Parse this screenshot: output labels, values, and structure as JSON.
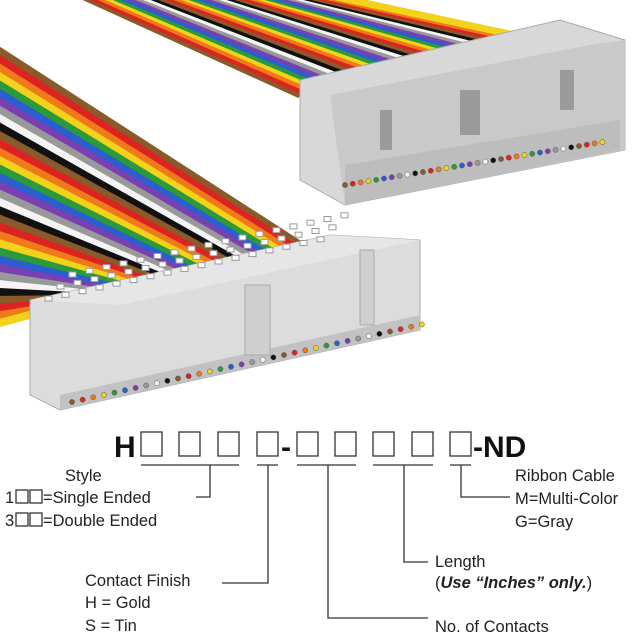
{
  "part_number": {
    "prefix": "H",
    "dash": "-",
    "suffix": "-ND"
  },
  "style": {
    "title": "Style",
    "opt1_prefix": "1",
    "opt1": "=Single Ended",
    "opt3_prefix": "3",
    "opt3": "=Double Ended"
  },
  "contact_finish": {
    "title": "Contact Finish",
    "gold": "H = Gold",
    "tin": "S = Tin"
  },
  "contacts": {
    "title": "No. of Contacts"
  },
  "length": {
    "title": "Length",
    "note_open": "(",
    "note_bold": "Use “Inches” only.",
    "note_close": ")"
  },
  "ribbon": {
    "title": "Ribbon Cable",
    "multi": "M=Multi-Color",
    "gray": "G=Gray"
  },
  "wire_colors": [
    "#8a5a2b",
    "#d22",
    "#f07a1a",
    "#f2d21a",
    "#2a9a3a",
    "#2b5fcf",
    "#7a3fb0",
    "#999",
    "#f4f4f4",
    "#111"
  ]
}
